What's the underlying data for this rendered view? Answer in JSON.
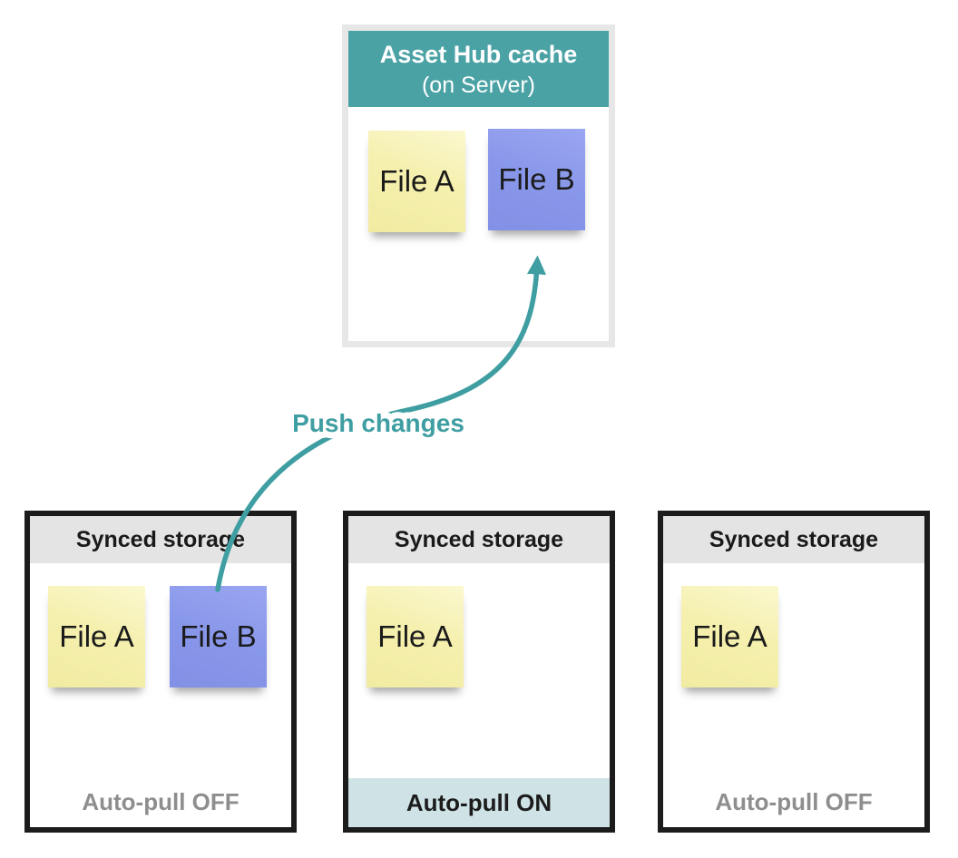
{
  "hub": {
    "title": "Asset Hub cache",
    "subtitle": "(on Server)",
    "files": [
      {
        "label": "File A",
        "color": "#F5F0AE"
      },
      {
        "label": "File B",
        "color": "#8897EA"
      }
    ]
  },
  "arrow": {
    "label": "Push changes",
    "color": "#3F9EA2"
  },
  "storages": [
    {
      "title": "Synced storage",
      "files": [
        {
          "label": "File A",
          "color": "#F5F0AE"
        },
        {
          "label": "File B",
          "color": "#8897EA"
        }
      ],
      "footer": "Auto-pull OFF",
      "auto_pull": "off"
    },
    {
      "title": "Synced storage",
      "files": [
        {
          "label": "File A",
          "color": "#F5F0AE"
        }
      ],
      "footer": "Auto-pull ON",
      "auto_pull": "on"
    },
    {
      "title": "Synced storage",
      "files": [
        {
          "label": "File A",
          "color": "#F5F0AE"
        }
      ],
      "footer": "Auto-pull OFF",
      "auto_pull": "off"
    }
  ],
  "colors": {
    "teal_header": "#4AA2A5",
    "teal_arrow": "#3F9EA2",
    "yellow_note": "#F5F0AE",
    "blue_note": "#8897EA",
    "auto_pull_on_bg": "#CFE3E6",
    "off_text": "#8E8E8E",
    "storage_border": "#1C1C1C",
    "hub_border": "#E7E7E7",
    "storage_header_bg": "#E4E4E4"
  }
}
